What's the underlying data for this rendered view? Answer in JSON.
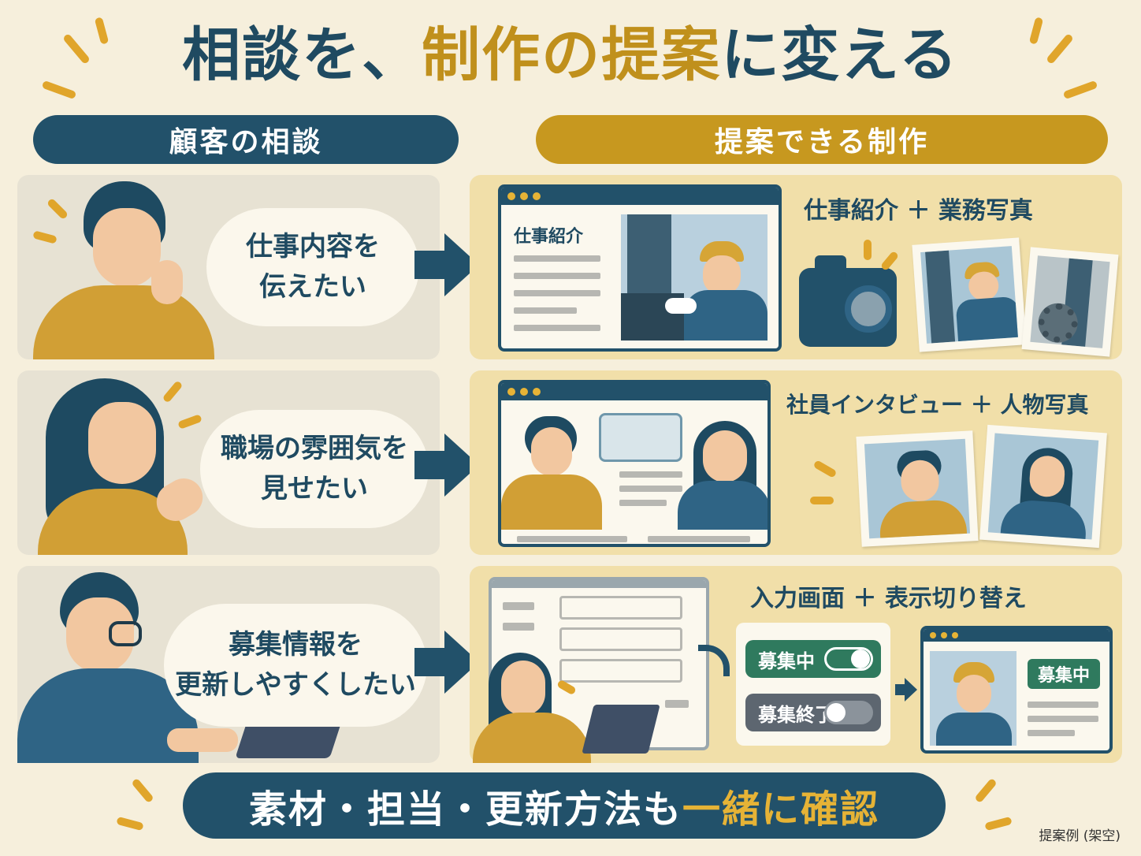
{
  "title": {
    "part1": "相談を、",
    "part2": "制作の提案",
    "part3": "に変える"
  },
  "banners": {
    "left": "顧客の相談",
    "right": "提案できる制作"
  },
  "rows": [
    {
      "consult": [
        "仕事内容を",
        "伝えたい"
      ],
      "proposal_title": "仕事紹介 ＋ 業務写真",
      "window_heading": "仕事紹介"
    },
    {
      "consult": [
        "職場の雰囲気を",
        "見せたい"
      ],
      "proposal_title": "社員インタビュー ＋ 人物写真"
    },
    {
      "consult": [
        "募集情報を",
        "更新しやすくしたい"
      ],
      "proposal_title": "入力画面 ＋ 表示切り替え",
      "toggle_on": "募集中",
      "toggle_off": "募集終了",
      "badge": "募集中"
    }
  ],
  "footer": {
    "part1": "素材・担当・更新方法も",
    "part2": "一緒に確認"
  },
  "note": "提案例 (架空)",
  "colors": {
    "navy": "#22516a",
    "gold": "#c7981f",
    "cream": "#f6efdc",
    "green": "#2f7a5e"
  }
}
